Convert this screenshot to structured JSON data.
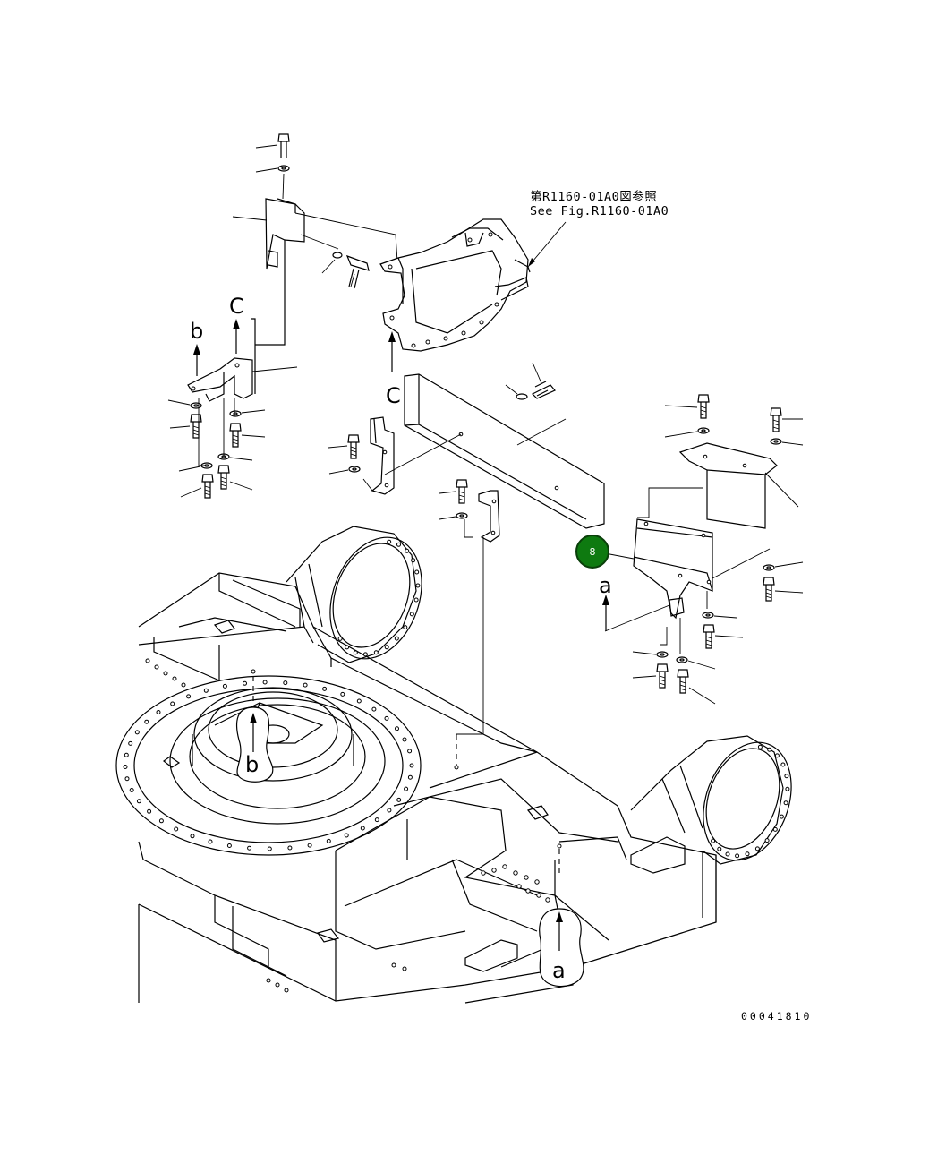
{
  "reference_note": {
    "line_ja": "第R1160-01A0図参照",
    "line_en": "See Fig.R1160-01A0"
  },
  "view_labels": {
    "a_upper": "a",
    "a_lower": "a",
    "b_upper": "b",
    "b_lower": "b",
    "c_upper": "C",
    "c_lower": "C"
  },
  "callout": {
    "number": "8",
    "color": "#0e7a10"
  },
  "drawing_number": "00041810"
}
